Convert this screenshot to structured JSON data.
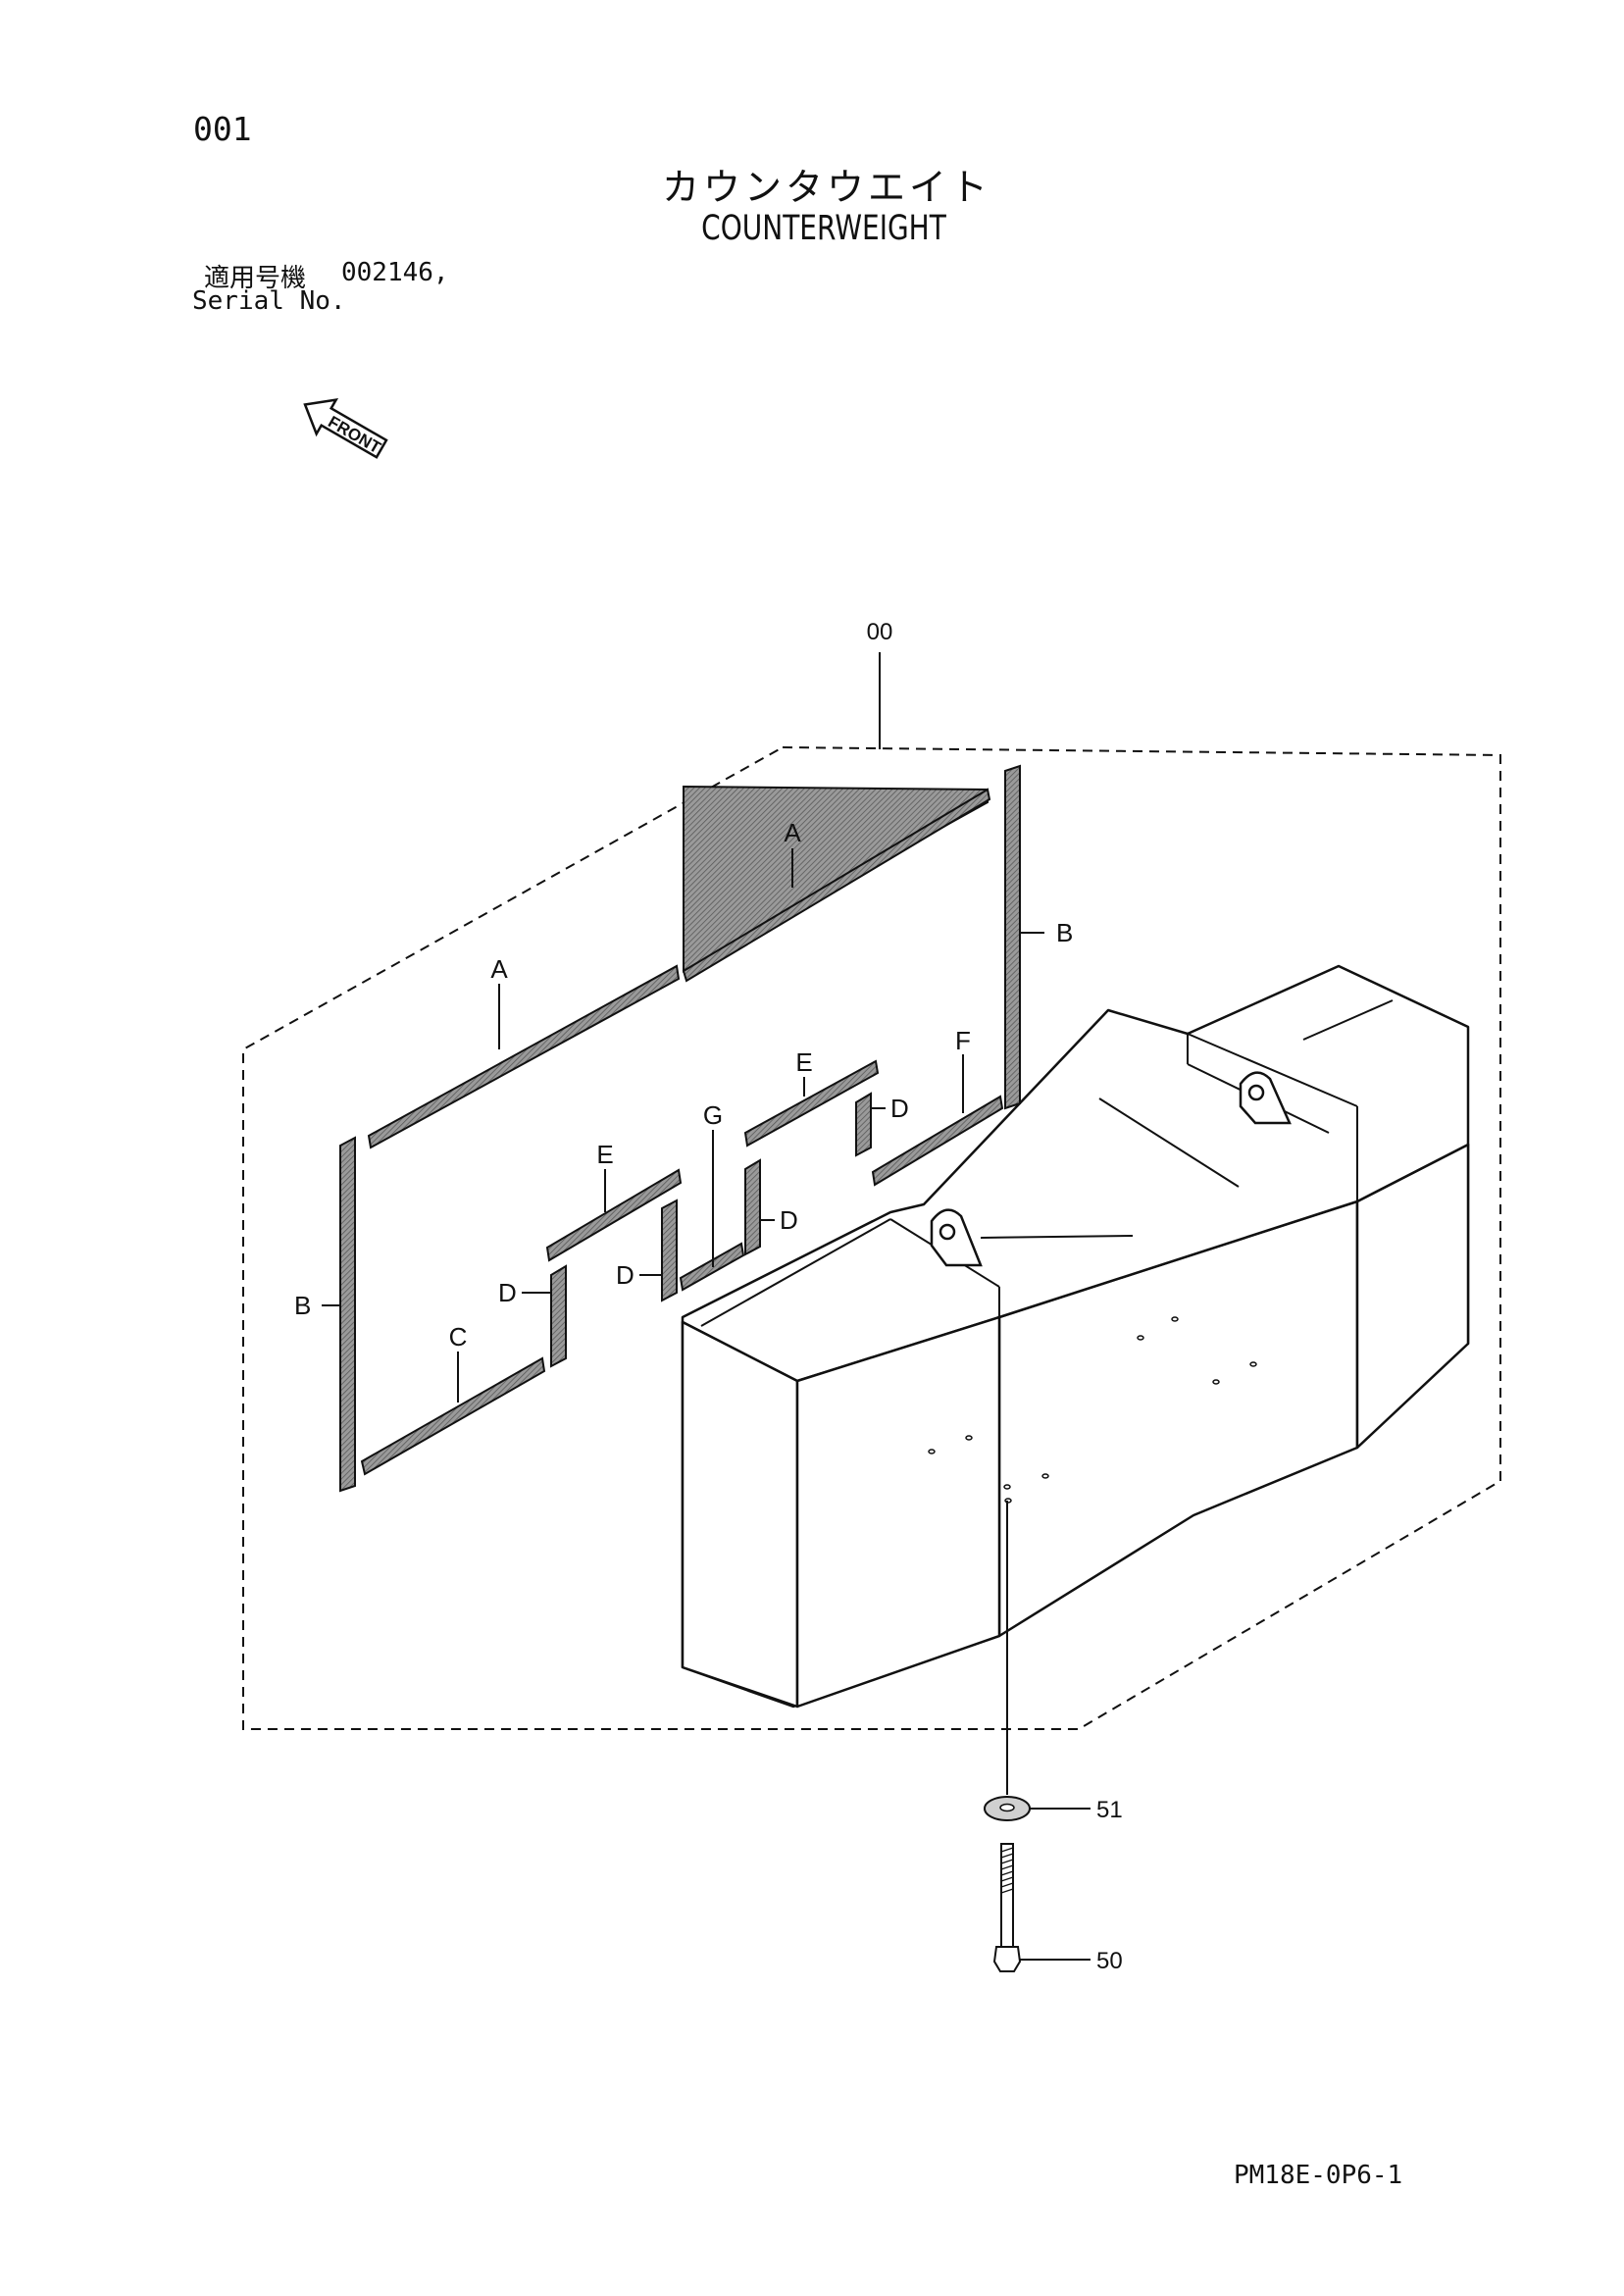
{
  "page_number": "001",
  "title_jp": "カウンタウエイト",
  "title_en": "COUNTERWEIGHT",
  "serial_label_jp": "適用号機",
  "serial_value": "002146,",
  "serial_label_en": "Serial No.",
  "front_label": "FRONT",
  "assembly_label": "00",
  "callouts": {
    "a1": "A",
    "a2": "A",
    "b1": "B",
    "b2": "B",
    "c": "C",
    "d1": "D",
    "d2": "D",
    "d3": "D",
    "d4": "D",
    "e1": "E",
    "e2": "E",
    "f": "F",
    "g": "G",
    "p51": "51",
    "p50": "50"
  },
  "doc_code": "PM18E-0P6-1"
}
